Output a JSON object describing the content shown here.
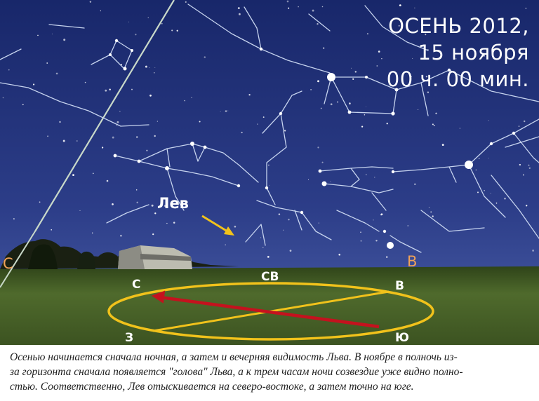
{
  "title": {
    "line1": "ОСЕНЬ 2012,",
    "line2": "15 ноября",
    "line3": "00 ч. 00 мин."
  },
  "constellation_label": "Лев",
  "horizon_labels": {
    "north": "С",
    "east": "В"
  },
  "compass": {
    "n": "С",
    "ne": "СВ",
    "e": "В",
    "w": "З",
    "s": "Ю"
  },
  "caption": {
    "line1": "Осенью начинается сначала ночная, а затем и вечерняя видимость Льва. В ноябре в полночь из-",
    "line2": "за горизонта сначала появляется \"голова\" Льва, а к трем часам ночи созвездие уже видно полно-",
    "line3": "стью. Соответственно, Лев отыскивается на северо-востоке, а затем точно на юге."
  },
  "colors": {
    "sky_top": "#18276a",
    "sky_bottom": "#4b5fa8",
    "ground": "#4f6a2c",
    "ellipse": "#f1c21b",
    "arrow": "#c4121e",
    "label_arrow": "#f1c21b",
    "horizon_label": "#f0a258"
  }
}
